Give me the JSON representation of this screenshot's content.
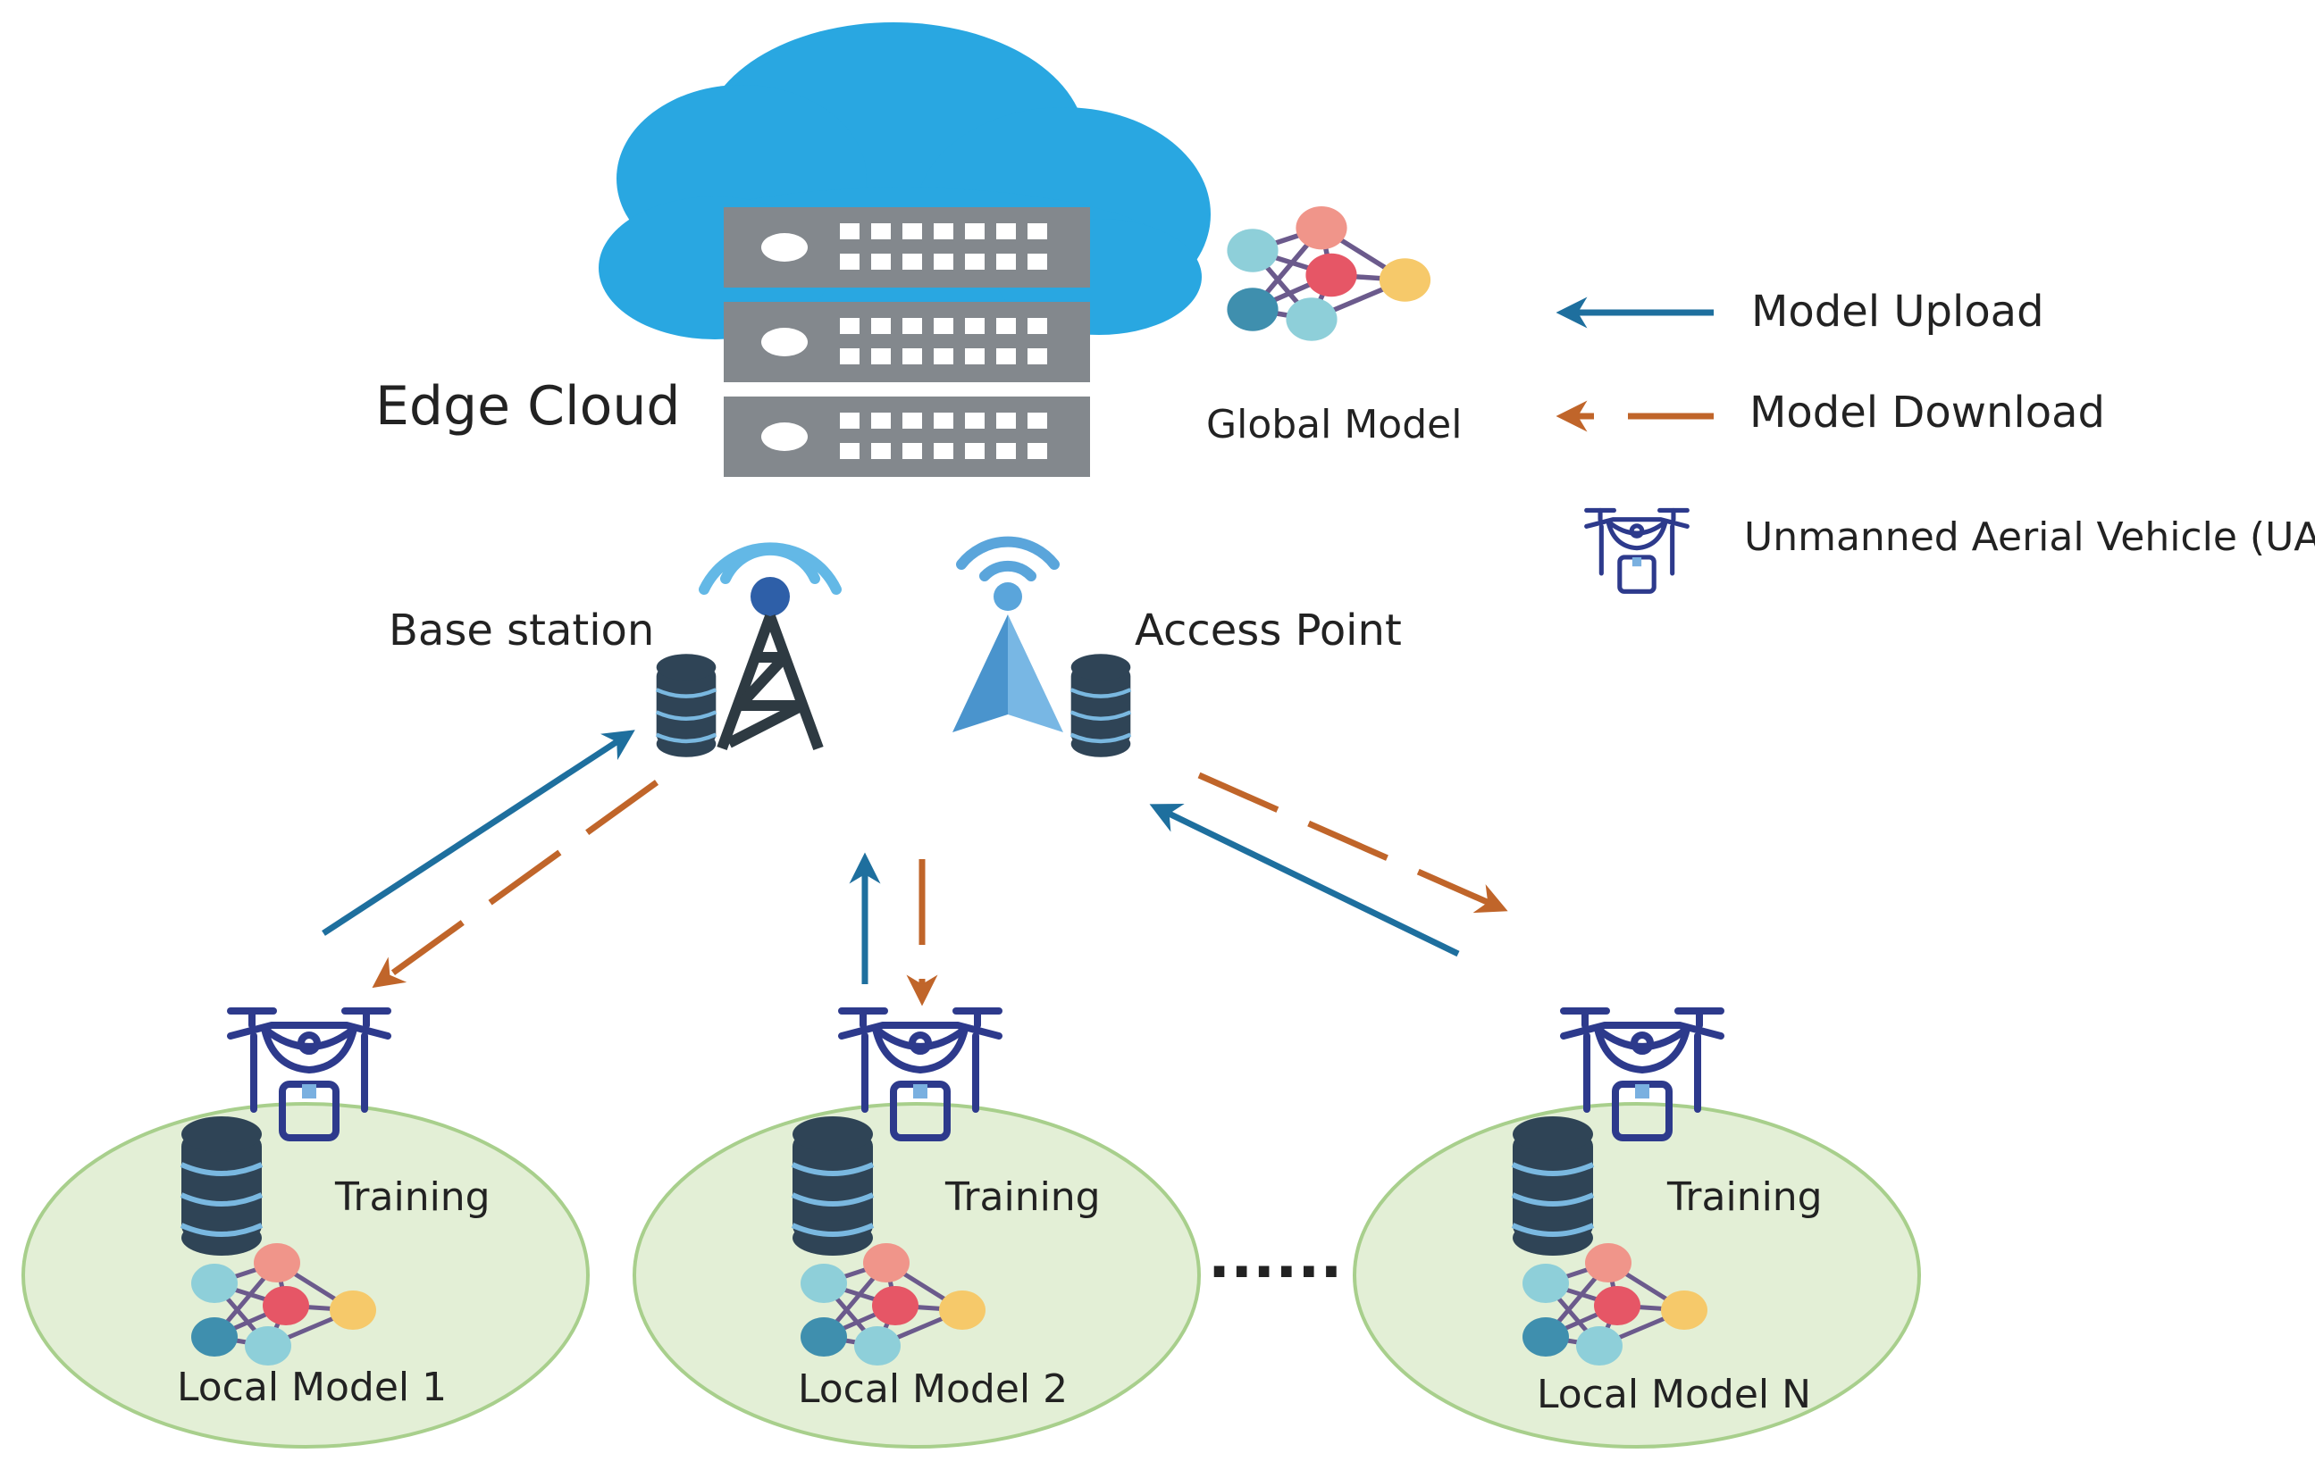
{
  "colors": {
    "cloud": "#29a7e1",
    "server_body": "#83888d",
    "server_light": "#ffffff",
    "upload_arrow": "#1e6f9e",
    "download_arrow": "#c0652a",
    "uav": "#2d3a8c",
    "uav_accent": "#7ab0e0",
    "local_area_fill": "#e3efd6",
    "local_area_stroke": "#a8cf8c",
    "database": "#2f4456",
    "database_ring": "#7ab8e0",
    "tower": "#2e3a42",
    "access_point": "#5aa5db",
    "signal": "#63b8e6",
    "nn_edge": "#6b5a8c",
    "nn_teal": "#8ecfd9",
    "nn_salmon": "#f0958a",
    "nn_red": "#e65666",
    "nn_yellow": "#f6c96a",
    "nn_darkteal": "#3f8fae"
  },
  "labels": {
    "edge_cloud": "Edge Cloud",
    "global_model": "Global Model",
    "base_station": "Base station",
    "access_point": "Access Point"
  },
  "legend": {
    "model_upload": "Model Upload",
    "model_download": "Model Download",
    "uav": "Unmanned Aerial Vehicle (UAV)"
  },
  "clients": [
    {
      "training_label": "Training",
      "local_model_label": "Local Model 1"
    },
    {
      "training_label": "Training",
      "local_model_label": "Local Model 2"
    },
    {
      "training_label": "Training",
      "local_model_label": "Local Model N"
    }
  ],
  "ellipsis": "......"
}
